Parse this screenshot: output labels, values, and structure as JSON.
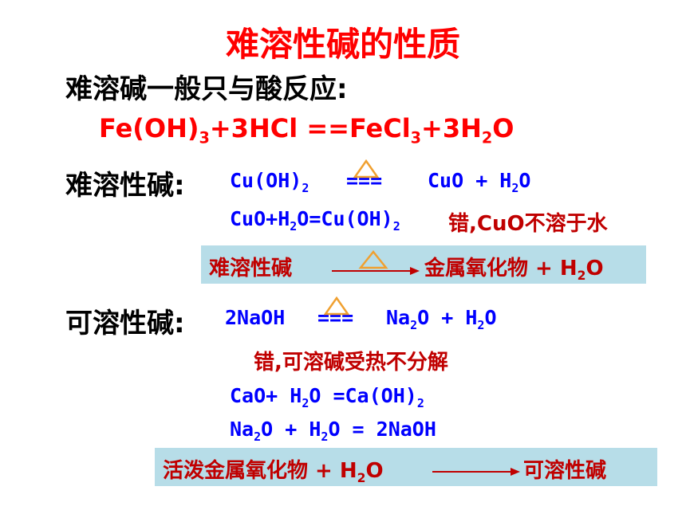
{
  "title": "难溶性碱的性质",
  "line1": {
    "text": "难溶碱一般只与酸反应:"
  },
  "eq1": {
    "a": "Fe(OH)",
    "a_sub": "3",
    "b": "+3HCl ==FeCl",
    "b_sub": "3",
    "c": "+3H",
    "c_sub": "2",
    "d": "O"
  },
  "insoluble": {
    "label": "难溶性碱:",
    "eq_left": "Cu(OH)",
    "eq_left_sub": "2",
    "eq_mid": "===",
    "eq_right": "CuO + H",
    "eq_right_sub": "2",
    "eq_right_end": "O",
    "line2_a": "CuO+H",
    "line2_a_sub": "2",
    "line2_b": "O=Cu(OH)",
    "line2_b_sub": "2",
    "line2_note": "错,CuO不溶于水"
  },
  "box1": {
    "left": "难溶性碱",
    "right_a": "金属氧化物 + H",
    "right_sub": "2",
    "right_end": "O"
  },
  "soluble": {
    "label": "可溶性碱:",
    "eq_left": "2NaOH",
    "eq_mid": "===",
    "eq_right_a": "Na",
    "eq_right_sub1": "2",
    "eq_right_b": "O + H",
    "eq_right_sub2": "2",
    "eq_right_c": "O",
    "note": "错,可溶碱受热不分解",
    "eq2_a": "CaO+ H",
    "eq2_sub1": "2",
    "eq2_b": "O =Ca(OH)",
    "eq2_sub2": "2",
    "eq3_a": "Na",
    "eq3_sub1": "2",
    "eq3_b": "O + H",
    "eq3_sub2": "2",
    "eq3_c": "O = 2NaOH"
  },
  "box2": {
    "left_a": "活泼金属氧化物 + H",
    "left_sub": "2",
    "left_end": "O",
    "right": "可溶性碱"
  },
  "colors": {
    "title": "#ff0000",
    "formula": "#0000ff",
    "note": "#c00000",
    "box": "#b7dde8",
    "triangle": "#f0a030"
  }
}
